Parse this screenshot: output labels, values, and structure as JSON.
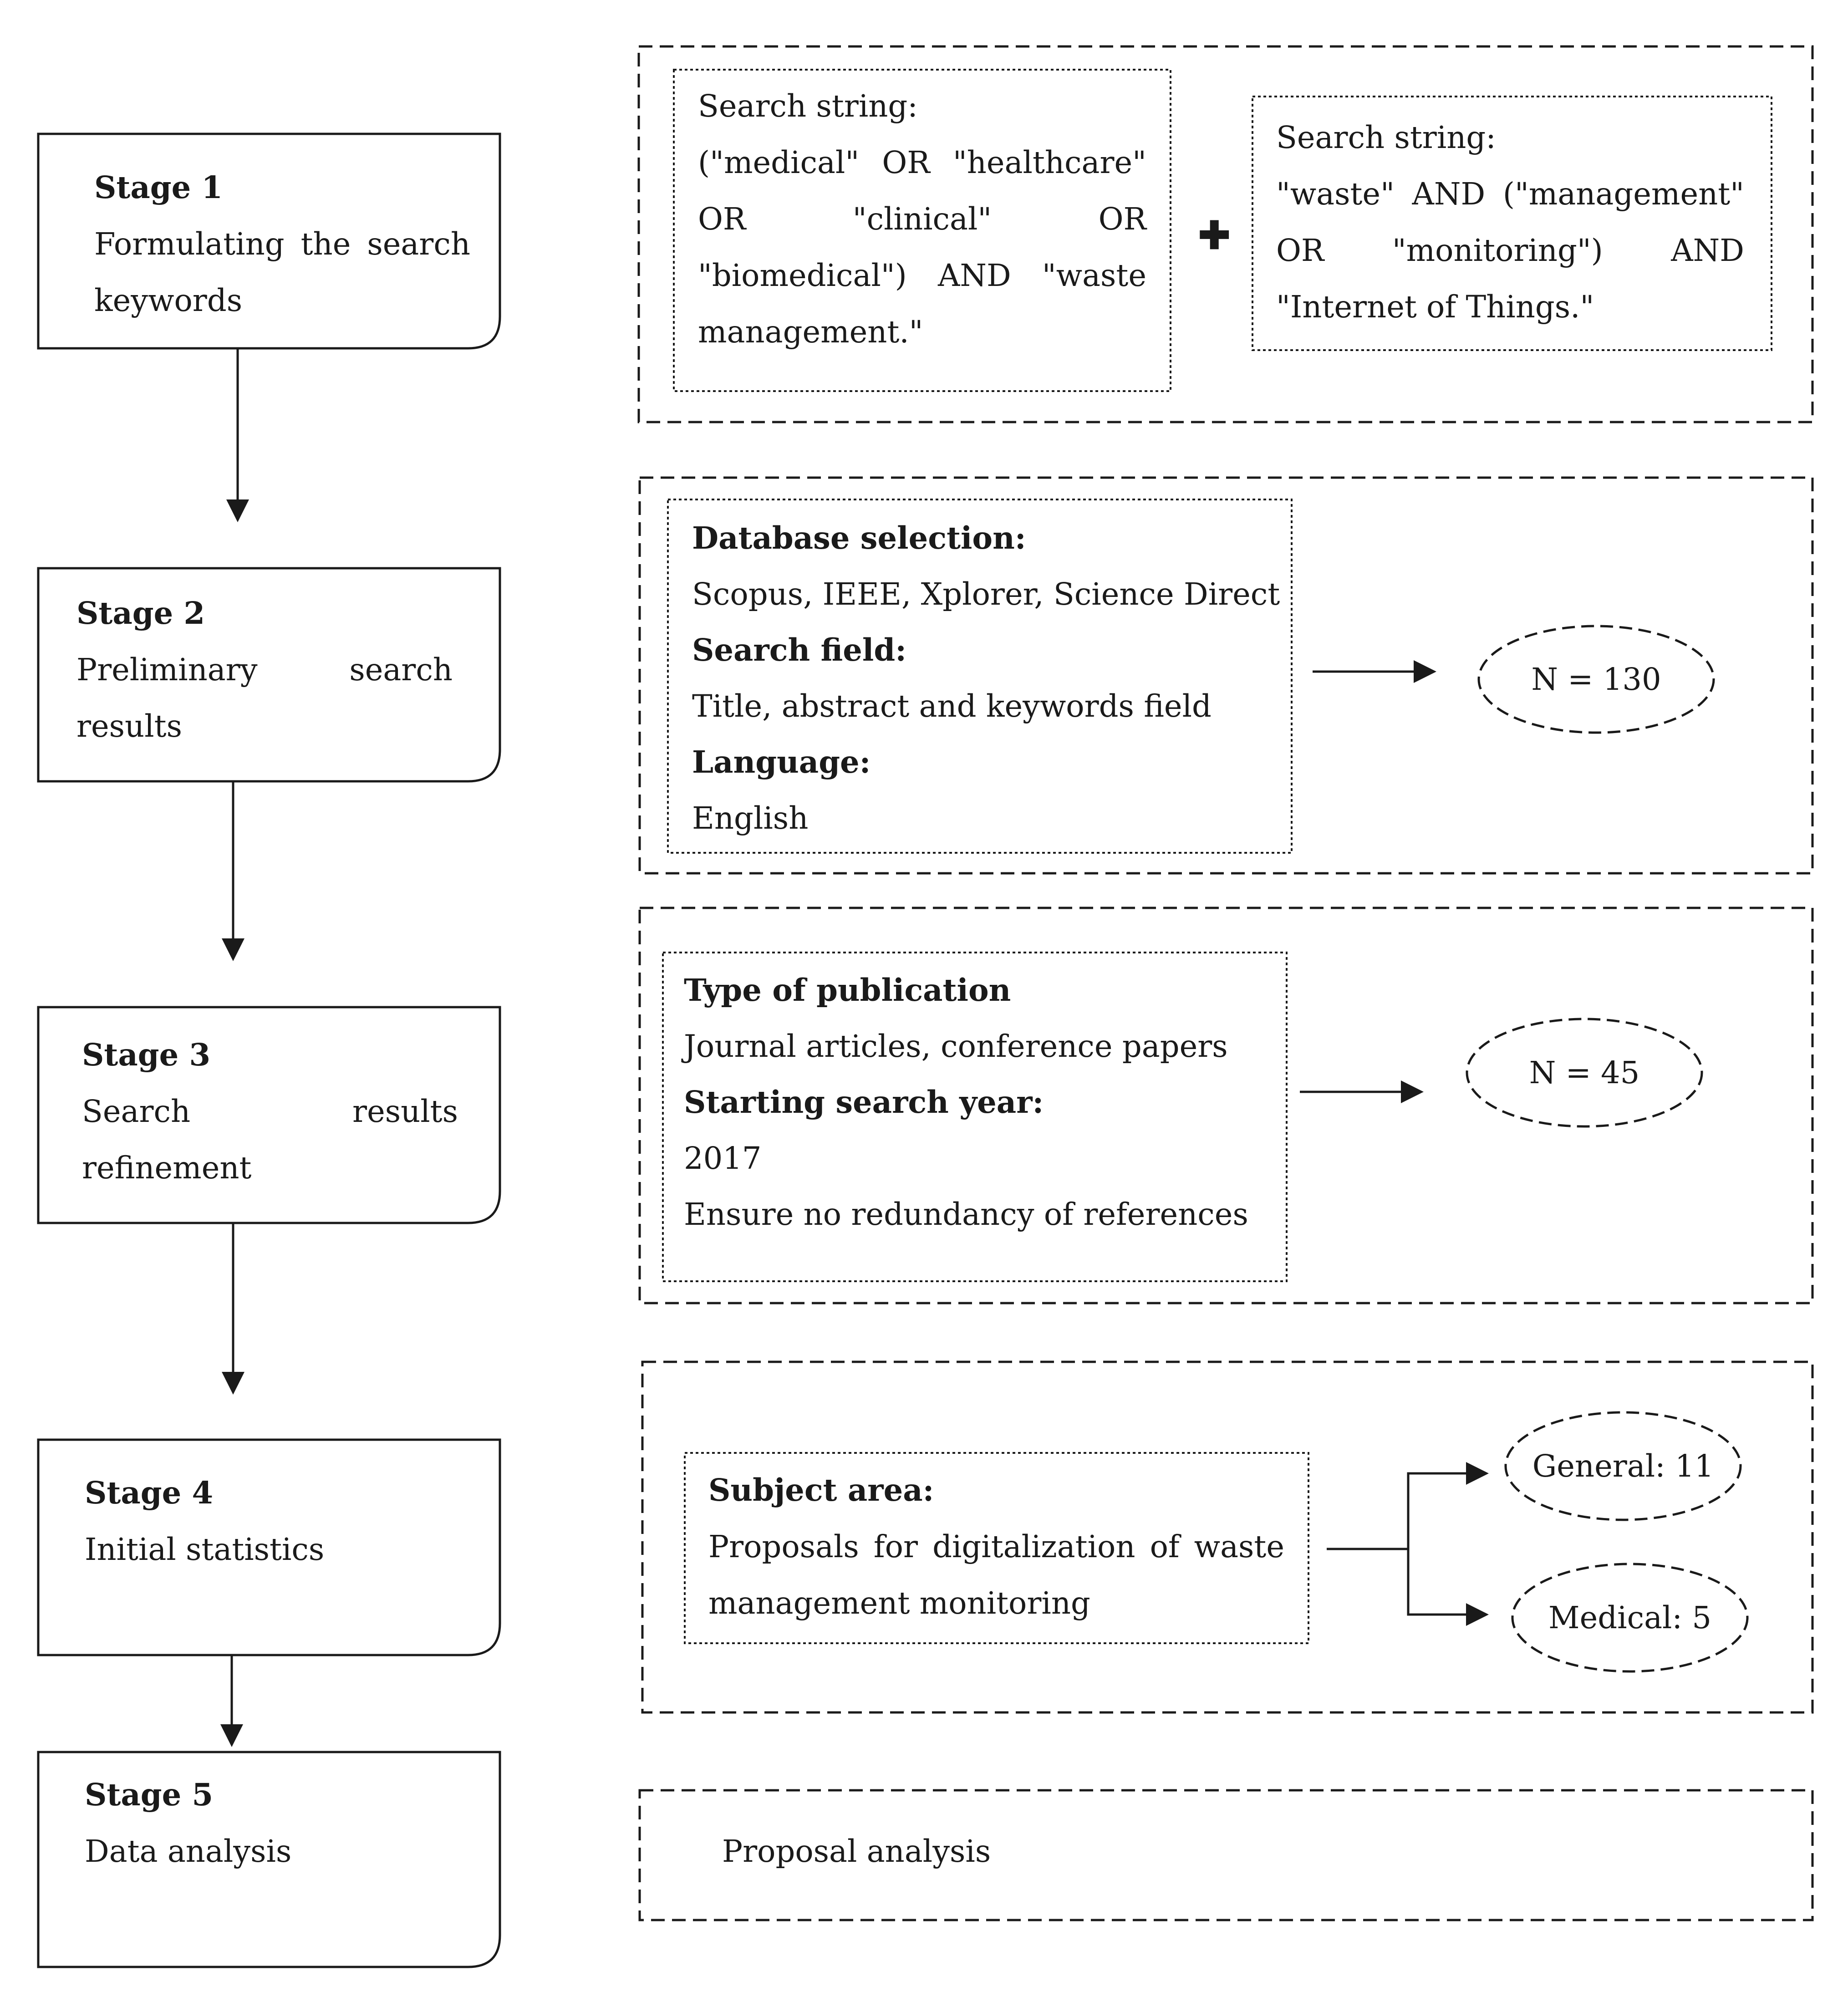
{
  "stages": [
    {
      "title": "Stage 1",
      "description": "Formulating the search keywords"
    },
    {
      "title": "Stage 2",
      "description": "Preliminary search results"
    },
    {
      "title": "Stage 3",
      "description": "Search results refinement"
    },
    {
      "title": "Stage 4",
      "description": "Initial statistics"
    },
    {
      "title": "Stage 5",
      "description": "Data analysis"
    }
  ],
  "search_strings": {
    "left_label": "Search string:",
    "left_query": "(\"medical\" OR \"healthcare\" OR \"clinical\" OR \"biomedical\") AND \"waste management.\"",
    "plus_symbol": "✚",
    "right_label": "Search string:",
    "right_query": "\"waste\" AND (\"management\" OR \"monitoring\") AND \"Internet of Things.\""
  },
  "database": {
    "selection_label": "Database selection:",
    "selection_value": "Scopus, IEEE, Xplorer, Science Direct",
    "field_label": "Search field:",
    "field_value": "Title, abstract and keywords field",
    "language_label": "Language:",
    "language_value": "English",
    "count": "N = 130"
  },
  "refinement": {
    "type_label": "Type of publication",
    "type_value": "Journal articles, conference papers",
    "year_label": "Starting search year:",
    "year_value": "2017",
    "note": "Ensure no redundancy of references",
    "count": "N = 45"
  },
  "subject": {
    "label": "Subject area:",
    "value": "Proposals for digitalization of waste management monitoring",
    "general": "General: 11",
    "medical": "Medical: 5"
  },
  "analysis": {
    "label": "Proposal analysis"
  },
  "colors": {
    "line": "#1a1a1a",
    "background": "#ffffff"
  }
}
